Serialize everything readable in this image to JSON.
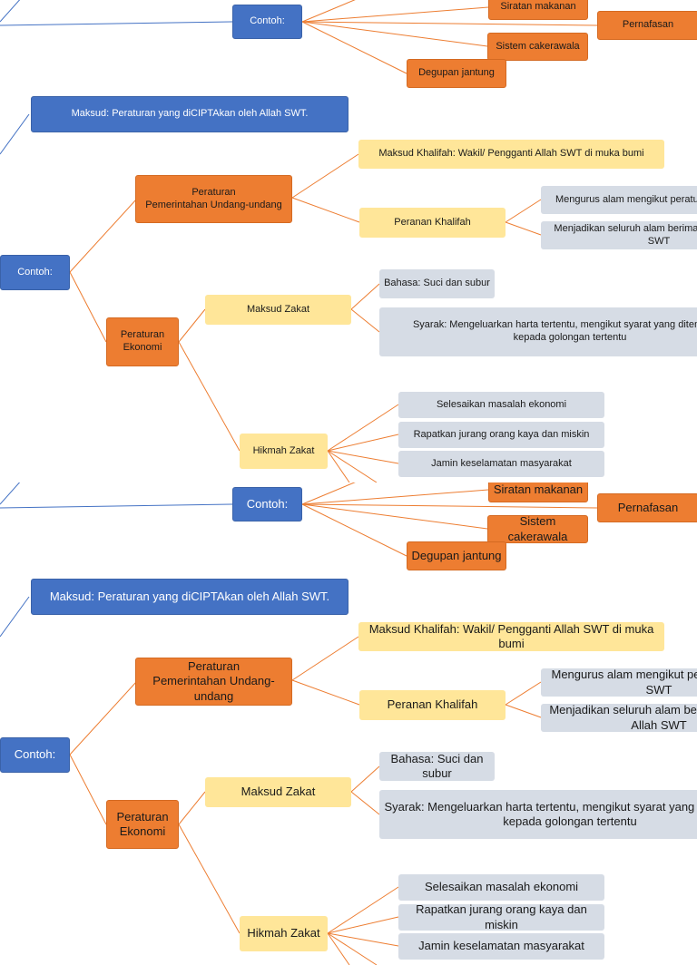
{
  "colors": {
    "blue": "#4472c4",
    "orange": "#ed7d31",
    "yellow": "#ffe699",
    "grey": "#d6dce5",
    "line_orange": "#ed7d31",
    "line_blue": "#4472c4"
  },
  "diagram": {
    "contoh_organ": "Contoh:",
    "organs": {
      "siratan": "Siratan makanan",
      "pernafasan": "Pernafasan",
      "cakerawala": "Sistem cakerawala",
      "degupan": "Degupan jantung"
    },
    "maksud": "Maksud: Peraturan yang diCIPTAkan oleh Allah SWT.",
    "contoh_main": "Contoh:",
    "pemerintahan": "Peraturan\nPemerintahan Undang-undang",
    "khalifah_maksud": "Maksud Khalifah: Wakil/ Pengganti Allah SWT di muka bumi",
    "peranan": "Peranan Khalifah",
    "mengurus": "Mengurus alam mengikut peraturan Allah SWT",
    "menjadikan": "Menjadikan seluruh alam beriman kepada Allah SWT",
    "ekonomi": "Peraturan\nEkonomi",
    "maksud_zakat": "Maksud Zakat",
    "bahasa": "Bahasa: Suci dan subur",
    "syarak": "Syarak: Mengeluarkan harta tertentu, mengikut syarat yang ditentukan,\nkepada golongan tertentu",
    "hikmah": "Hikmah Zakat",
    "hikmah_items": [
      "Selesaikan masalah ekonomi",
      "Rapatkan jurang orang kaya dan miskin",
      "Jamin keselamatan masyarakat"
    ]
  }
}
